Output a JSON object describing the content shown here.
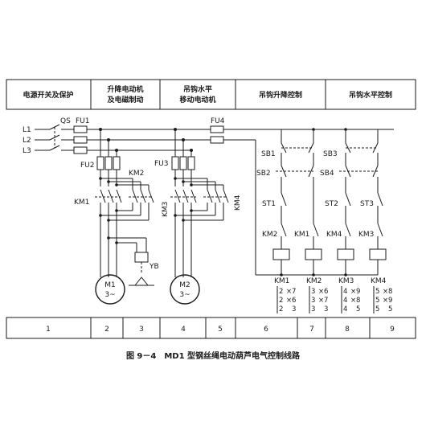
{
  "header": {
    "sections": [
      {
        "line1": "电源开关及保护",
        "line2": ""
      },
      {
        "line1": "升降电动机",
        "line2": "及电磁制动"
      },
      {
        "line1": "吊钩水平",
        "line2": "移动电动机"
      },
      {
        "line1": "吊钩升降控制",
        "line2": ""
      },
      {
        "line1": "吊钩水平控制",
        "line2": ""
      }
    ]
  },
  "power": {
    "phases": [
      "L1",
      "L2",
      "L3"
    ],
    "switch": "QS",
    "fuse_main": "FU1",
    "fuse_m1": "FU2",
    "fuse_m2": "FU3",
    "fuse_ctrl": "FU4"
  },
  "motors": {
    "m1": {
      "name": "M1",
      "type": "3~",
      "contactor_a": "KM1",
      "contactor_b": "KM2",
      "brake": "YB"
    },
    "m2": {
      "name": "M2",
      "type": "3~",
      "contactor_a": "KM3",
      "contactor_b": "KM4"
    }
  },
  "control": {
    "buttons": [
      "SB1",
      "SB2",
      "SB3",
      "SB4"
    ],
    "limits": [
      "ST1",
      "ST2",
      "ST3"
    ],
    "interlocks": [
      "KM2",
      "KM1",
      "KM4",
      "KM3"
    ],
    "coils": [
      "KM1",
      "KM2",
      "KM3",
      "KM4"
    ]
  },
  "contact_table": [
    {
      "left": [
        "2",
        "2",
        "2"
      ],
      "right": [
        "7",
        "6",
        "3"
      ]
    },
    {
      "left": [
        "3",
        "3",
        "3"
      ],
      "right": [
        "6",
        "7",
        "3"
      ]
    },
    {
      "left": [
        "4",
        "4",
        "4"
      ],
      "right": [
        "9",
        "8",
        "5"
      ]
    },
    {
      "left": [
        "5",
        "5",
        "5"
      ],
      "right": [
        "8",
        "9",
        "5"
      ]
    }
  ],
  "footer": {
    "columns": [
      "1",
      "2",
      "3",
      "4",
      "5",
      "6",
      "7",
      "8",
      "9"
    ]
  },
  "caption": "图 9－4　MD1 型钢丝绳电动葫芦电气控制线路"
}
